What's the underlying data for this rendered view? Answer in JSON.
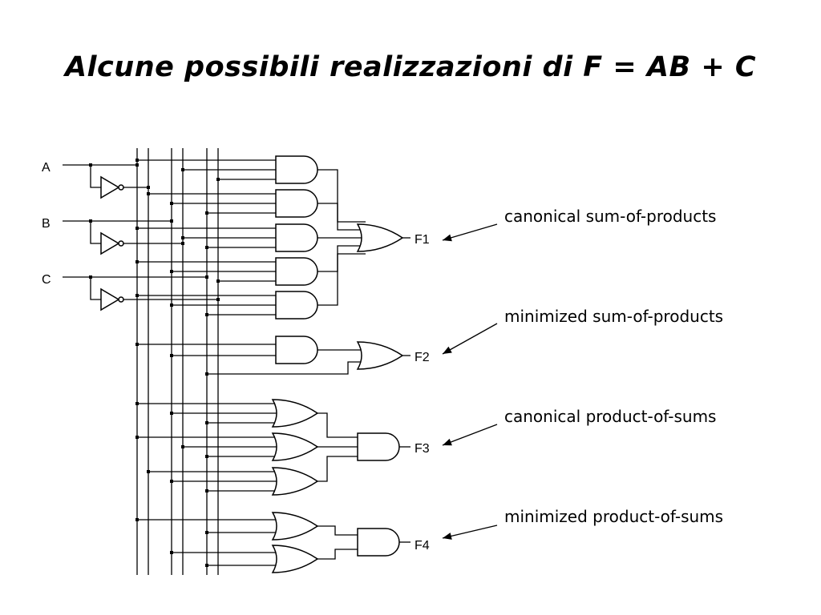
{
  "slide": {
    "title": "Alcune possibili realizzazioni di F = AB + C"
  },
  "circuit": {
    "inputs": [
      {
        "name": "a",
        "label": "A"
      },
      {
        "name": "b",
        "label": "B"
      },
      {
        "name": "c",
        "label": "C"
      }
    ],
    "outputs": [
      {
        "name": "f1",
        "label": "F1"
      },
      {
        "name": "f2",
        "label": "F2"
      },
      {
        "name": "f3",
        "label": "F3"
      },
      {
        "name": "f4",
        "label": "F4"
      }
    ],
    "annotations": [
      {
        "name": "canonical-sop",
        "text": "canonical sum-of-products"
      },
      {
        "name": "minimized-sop",
        "text": "minimized sum-of-products"
      },
      {
        "name": "canonical-pos",
        "text": "canonical product-of-sums"
      },
      {
        "name": "minimized-pos",
        "text": "minimized product-of-sums"
      }
    ]
  }
}
